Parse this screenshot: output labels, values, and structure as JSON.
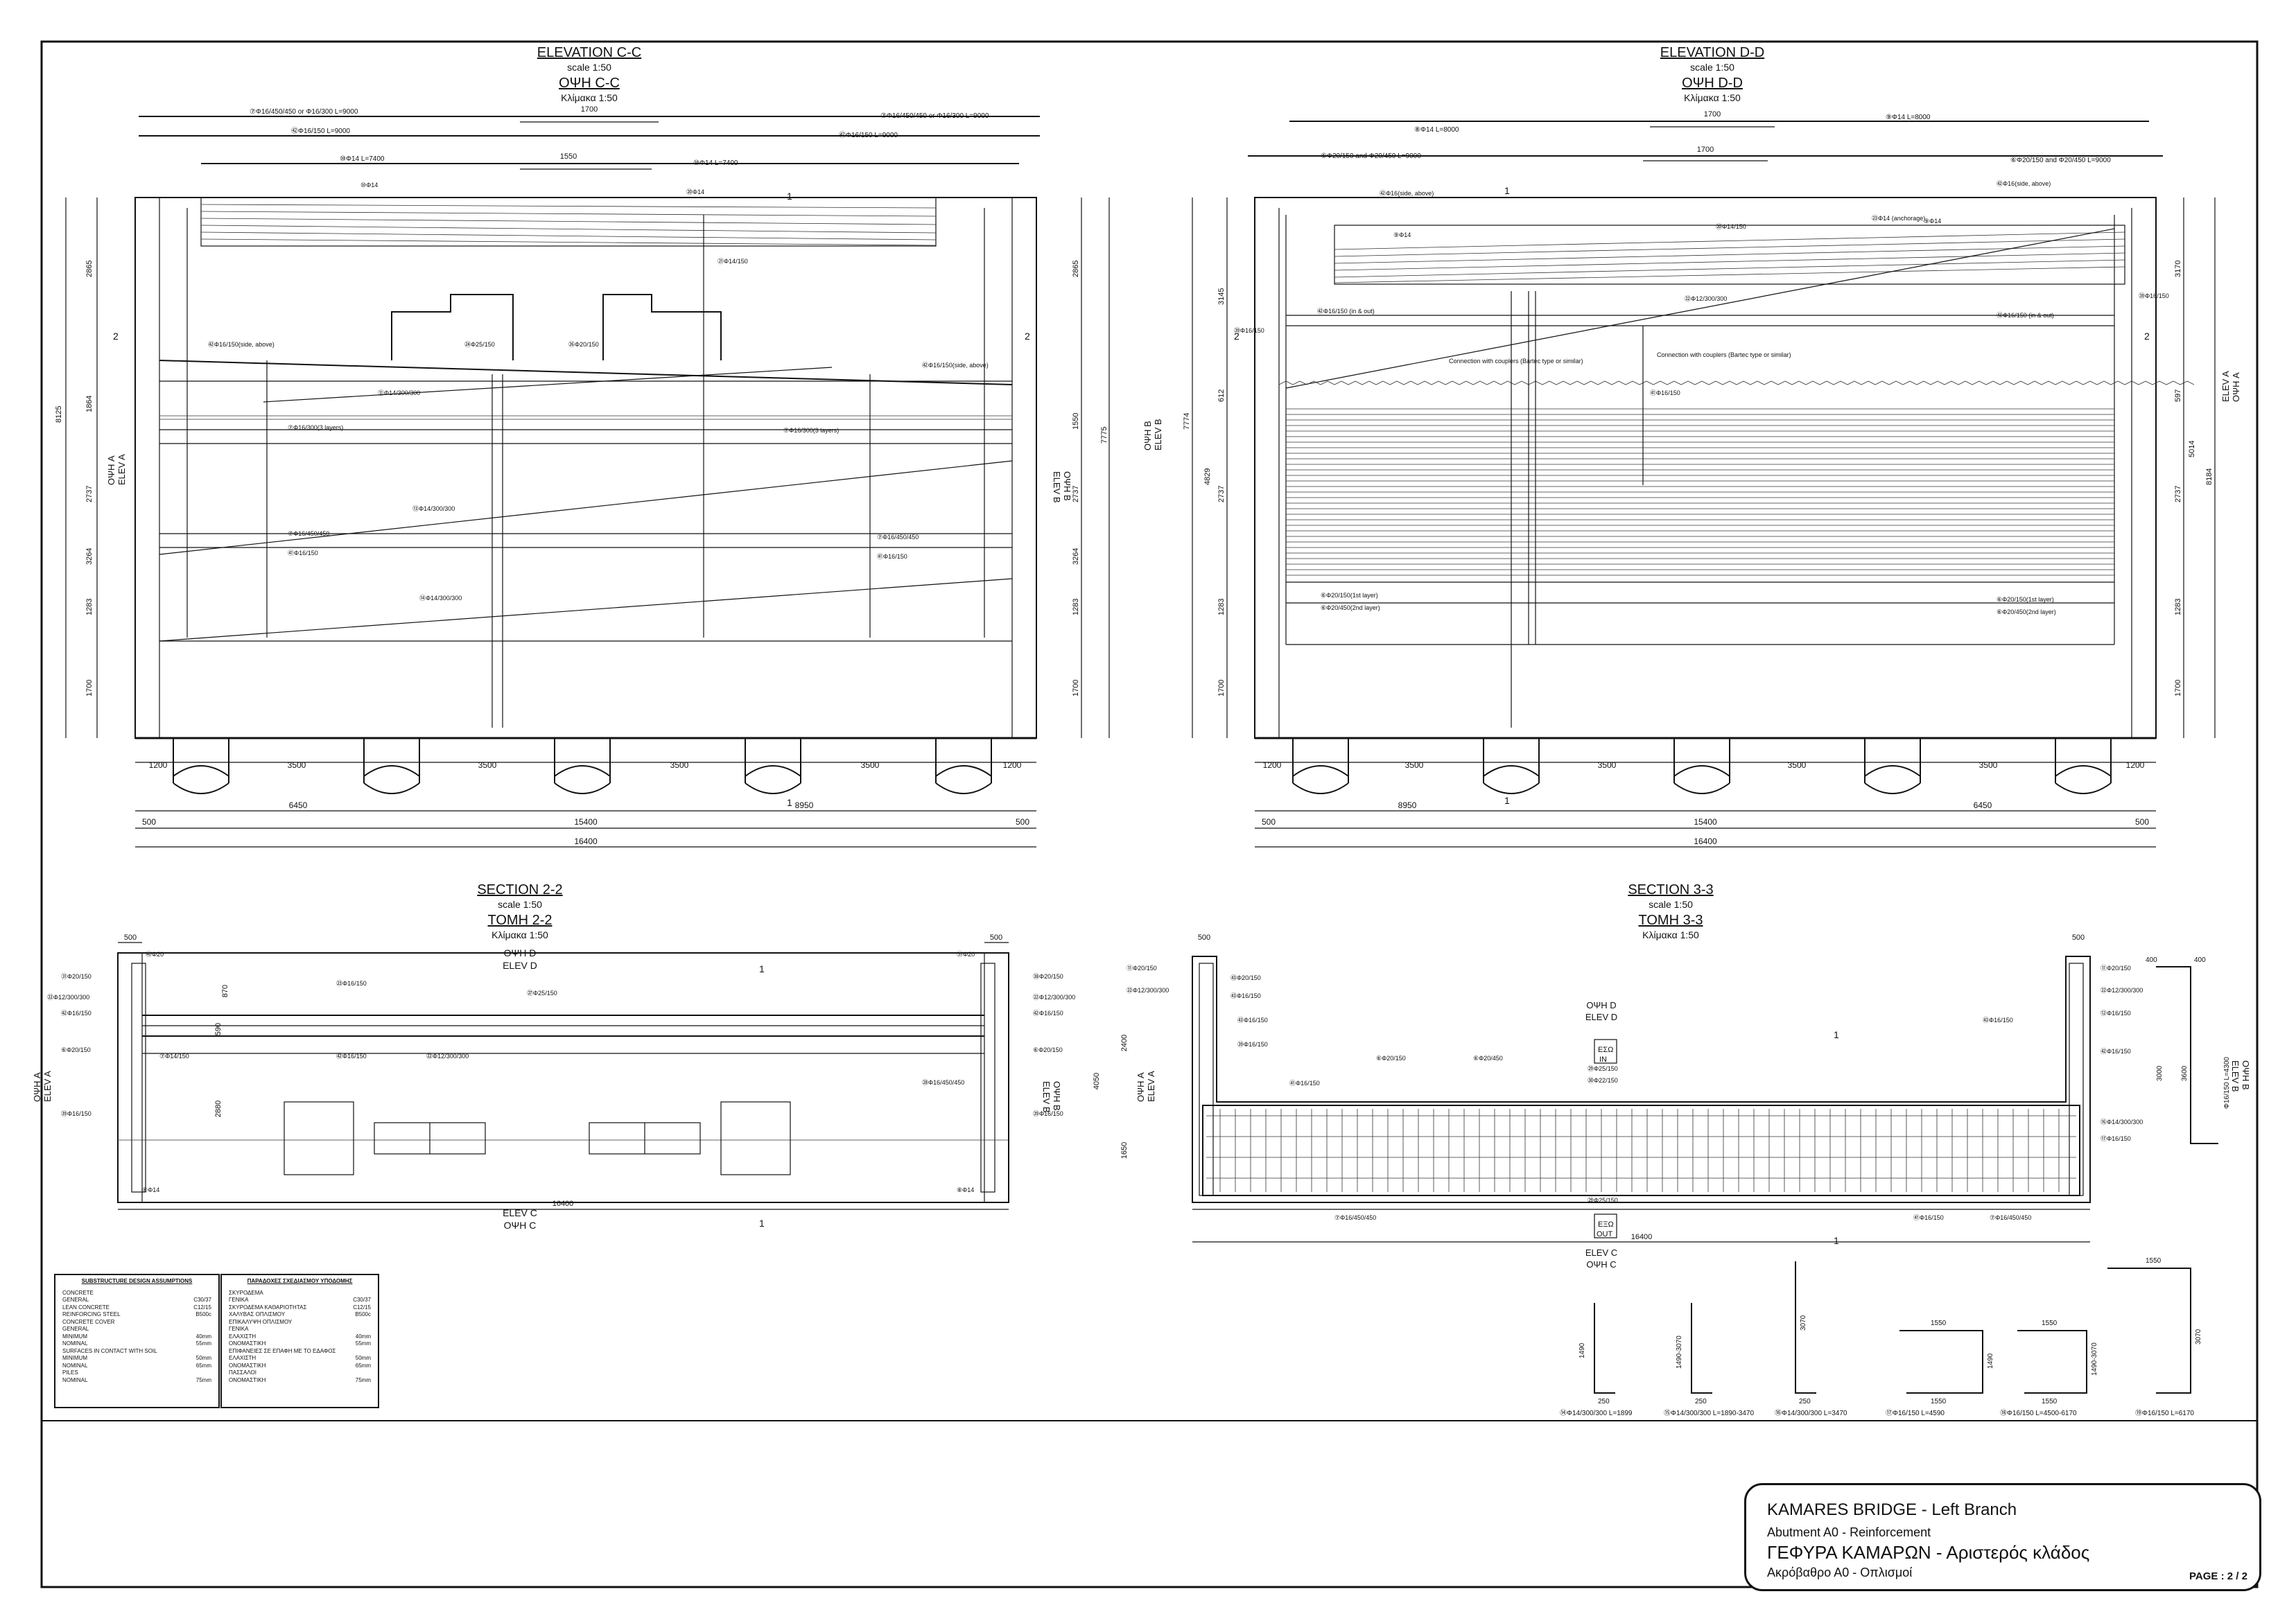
{
  "sheet": {
    "elev_cc": {
      "title": "ELEVATION C-C",
      "scale": "scale 1:50",
      "title_gr": "ΟΨΗ C-C",
      "scale_gr": "Κλίμακα 1:50"
    },
    "elev_dd": {
      "title": "ELEVATION D-D",
      "scale": "scale 1:50",
      "title_gr": "ΟΨΗ D-D",
      "scale_gr": "Κλίμακα 1:50"
    },
    "sec_22": {
      "title": "SECTION 2-2",
      "scale": "scale 1:50",
      "title_gr": "ΤΟΜΗ 2-2",
      "scale_gr": "Κλίμακα 1:50"
    },
    "sec_33": {
      "title": "SECTION 3-3",
      "scale": "scale 1:50",
      "title_gr": "ΤΟΜΗ 3-3",
      "scale_gr": "Κλίμακα 1:50"
    }
  },
  "cc": {
    "bars_top": [
      "⑦Φ16/450/450 or Φ16/300 L=9000",
      "㊷Φ16/150 L=9000",
      "⑩Φ14 L=7400"
    ],
    "bars_top_r": [
      "⑦Φ16/450/450 or Φ16/300 L=9000",
      "㊷Φ16/150 L=9000",
      "⑩Φ14 L=7400"
    ],
    "dim_1700": "1700",
    "dim_1550": "1550",
    "labels": [
      "⑩Φ14",
      "⑳Φ14",
      "㉑Φ14/150",
      "㊷Φ16/150(side, above)",
      "㉔Φ25/150",
      "㉖Φ20/150",
      "㊷Φ16/150(side, above)",
      "⑪Φ14/300/300",
      "⑦Φ16/300(3 layers)",
      "⑦Φ16/300(3 layers)",
      "⑦Φ16/450/450",
      "㊶Φ16/150",
      "⑬Φ14/300/300",
      "⑦Φ16/450/450",
      "㊶Φ16/150",
      "⑭Φ14/300/300"
    ],
    "vdims_l": [
      "2865",
      "1864",
      "2737",
      "3264",
      "1283",
      "1700",
      "8125"
    ],
    "vdims_r": [
      "2865",
      "1550",
      "2737",
      "3264",
      "1283",
      "1700",
      "7775"
    ],
    "span": [
      "1200",
      "3500",
      "3500",
      "3500",
      "3500",
      "1200"
    ],
    "totals": [
      "6450",
      "8950",
      "500",
      "15400",
      "500",
      "16400"
    ],
    "marks": {
      "elev_a": "ΟΨΗ A\nELEV A",
      "elev_b": "ELEV B\nΟΨΗ B",
      "sec1": "1",
      "sec2": "2"
    }
  },
  "dd": {
    "bars_top": [
      "⑧Φ14 L=8000",
      "⑨Φ14 L=8000",
      "⑥Φ20/150 and Φ20/450 L=9000",
      "⑥Φ20/150 and Φ20/450 L=9000"
    ],
    "dim_1700": "1700",
    "labels": [
      "㊷Φ16(side, above)",
      "㊷Φ16(side, above)",
      "⑨Φ14",
      "⑳Φ14/150",
      "㉓Φ14 (anchorage)",
      "⑨Φ14",
      "㊷Φ16/150 (in & out)",
      "㉒Φ12/300/300",
      "㊷Φ16/150 (in & out)",
      "㊴Φ16/150",
      "㊴Φ16/150",
      "Connection with couplers (Bartec type or similar)",
      "Connection with couplers (Bartec type or similar)",
      "㊶Φ16/150",
      "⑥Φ20/150(1st layer)",
      "⑥Φ20/450(2nd layer)",
      "⑥Φ20/150(1st layer)",
      "⑥Φ20/450(2nd layer)"
    ],
    "vdims_l": [
      "3145",
      "612",
      "4829",
      "2737",
      "1283",
      "1700",
      "7774"
    ],
    "vdims_r": [
      "3170",
      "597",
      "5014",
      "2737",
      "1283",
      "1700",
      "8184"
    ],
    "span": [
      "1200",
      "3500",
      "3500",
      "3500",
      "3500",
      "1200"
    ],
    "totals": [
      "8950",
      "6450",
      "500",
      "15400",
      "500",
      "16400"
    ],
    "marks": {
      "elev_a": "ELEV A\nΟΨΗ A",
      "elev_b": "ΟΨΗ B\nELEV B"
    }
  },
  "s22": {
    "left_labels": [
      "㉛Φ20/150",
      "㉒Φ12/300/300",
      "㊷Φ16/150",
      "⑥Φ20/150",
      "㊴Φ16/150"
    ],
    "right_labels": [
      "㊳Φ20/150",
      "㉒Φ12/300/300",
      "㊷Φ16/150",
      "⑥Φ20/150",
      "㊴Φ16/150"
    ],
    "inner_labels": [
      "㊵Φ20",
      "㉓Φ16/150",
      "㉗Φ25/150",
      "㉒Φ12/300/300",
      "㊷Φ16/150",
      "⑦Φ14/150",
      "㉘Φ16/450/450",
      "㉛Φ20",
      "⑧Φ14",
      "⑧Φ14"
    ],
    "dims": [
      "500",
      "870",
      "590",
      "2880",
      "500",
      "16400"
    ],
    "marks": {
      "top": "ΟΨΗ D\nELEV D",
      "bottom": "ELEV C\nΟΨΗ C",
      "left": "ΟΨΗ A\nELEV A",
      "right": "ELEV B\nΟΨΗ B",
      "sec": "1"
    }
  },
  "s33": {
    "left_labels": [
      "⑪Φ20/150",
      "㉒Φ12/300/300",
      "㊸Φ16/150",
      "㊴Φ16/150"
    ],
    "mid_labels": [
      "㊸Φ20/150",
      "㊶Φ16/150",
      "㊸Φ16/150",
      "㊸Φ16/150",
      "⑥Φ20/150",
      "⑥Φ20/450",
      "㉙Φ25/150",
      "㉚Φ22/150",
      "㉙Φ25/150",
      "⑦Φ16/450/450",
      "⑦Φ16/450/450",
      "㊶Φ16/150"
    ],
    "right_labels": [
      "⑪Φ20/150",
      "㉒Φ12/300/300",
      "⑫Φ16/150",
      "㊷Φ16/150",
      "⑯Φ14/300/300",
      "⑰Φ16/150"
    ],
    "dims": [
      "500",
      "2400",
      "4050",
      "1650",
      "500",
      "16400"
    ],
    "marks": {
      "top": "ΟΨΗ D\nELEV D",
      "bottom": "ELEV C\nΟΨΗ C",
      "left": "ΟΨΗ A\nELEV A",
      "right": "ELEV B\nΟΨΗ B",
      "eso": "ΕΣΩ",
      "in": "IN",
      "exo": "ΕΞΩ",
      "out": "OUT",
      "sec": "1"
    },
    "bend_right": [
      "400",
      "400",
      "3600",
      "Φ16/150 L=4300",
      "3000"
    ]
  },
  "schedule": [
    {
      "label": "⑭Φ14/300/300 L=1899",
      "dims": [
        "1490",
        "250"
      ]
    },
    {
      "label": "⑮Φ14/300/300 L=1890-3470",
      "dims": [
        "1490-3070",
        "250"
      ]
    },
    {
      "label": "⑯Φ14/300/300 L=3470",
      "dims": [
        "3070",
        "250"
      ]
    },
    {
      "label": "⑰Φ16/150 L=4590",
      "dims": [
        "1550",
        "1550",
        "1490"
      ]
    },
    {
      "label": "⑱Φ16/150 L=4500-6170",
      "dims": [
        "1550",
        "1550",
        "1490-3070"
      ]
    },
    {
      "label": "⑲Φ16/150 L=6170",
      "dims": [
        "1550",
        "3070"
      ]
    }
  ],
  "notes_en": {
    "heading": "SUBSTRUCTURE DESIGN ASSUMPTIONS",
    "rows": [
      [
        "CONCRETE",
        ""
      ],
      [
        "GENERAL",
        "C30/37"
      ],
      [
        "LEAN CONCRETE",
        "C12/15"
      ],
      [
        "REINFORCING STEEL",
        "B500c"
      ],
      [
        "CONCRETE COVER",
        ""
      ],
      [
        "GENERAL",
        ""
      ],
      [
        "MINIMUM",
        "40mm"
      ],
      [
        "NOMINAL",
        "55mm"
      ],
      [
        "SURFACES IN CONTACT WITH SOIL",
        ""
      ],
      [
        "MINIMUM",
        "50mm"
      ],
      [
        "NOMINAL",
        "65mm"
      ],
      [
        "PILES",
        ""
      ],
      [
        "NOMINAL",
        "75mm"
      ]
    ]
  },
  "notes_gr": {
    "heading": "ΠΑΡΑΔΟΧΕΣ ΣΧΕΔΙΑΣΜΟΥ ΥΠΟΔΟΜΗΣ",
    "rows": [
      [
        "ΣΚΥΡΟΔΕΜΑ",
        ""
      ],
      [
        "ΓΕΝΙΚΑ",
        "C30/37"
      ],
      [
        "ΣΚΥΡΟΔΕΜΑ ΚΑΘΑΡΙΟΤΗΤΑΣ",
        "C12/15"
      ],
      [
        "ΧΑΛΥΒΑΣ ΟΠΛΙΣΜΟΥ",
        "B500c"
      ],
      [
        "ΕΠΙΚΑΛΥΨΗ ΟΠΛΙΣΜΟΥ",
        ""
      ],
      [
        "ΓΕΝΙΚΑ",
        ""
      ],
      [
        "ΕΛΑΧΙΣΤΗ",
        "40mm"
      ],
      [
        "ΟΝΟΜΑΣΤΙΚΗ",
        "55mm"
      ],
      [
        "ΕΠΙΦΑΝΕΙΕΣ ΣΕ ΕΠΑΦΗ ΜΕ ΤΟ ΕΔΑΦΟΣ",
        ""
      ],
      [
        "ΕΛΑΧΙΣΤΗ",
        "50mm"
      ],
      [
        "ΟΝΟΜΑΣΤΙΚΗ",
        "65mm"
      ],
      [
        "ΠΑΣΣΑΛΟΙ",
        ""
      ],
      [
        "ΟΝΟΜΑΣΤΙΚΗ",
        "75mm"
      ]
    ]
  },
  "title_block": {
    "line1": "KAMARES BRIDGE - Left Branch",
    "line2": "Abutment A0 - Reinforcement",
    "line3": "ΓΕΦΥΡΑ ΚΑΜΑΡΩΝ - Αριστερός κλάδος",
    "line4": "Ακρόβαθρο Α0 - Οπλισμοί",
    "page": "PAGE : 2 / 2"
  }
}
